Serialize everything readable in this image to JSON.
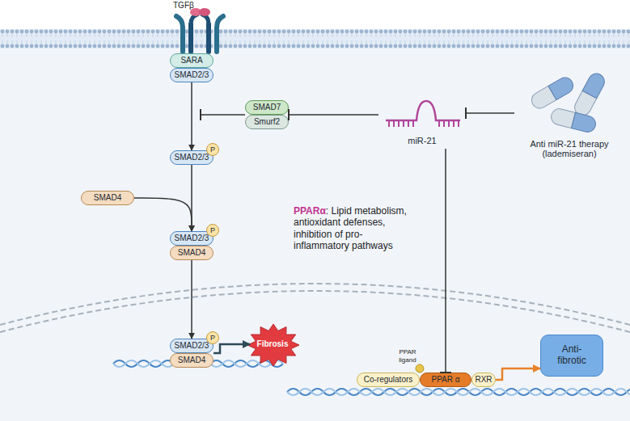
{
  "diagram": {
    "nodes": [
      {
        "text": [
          "SARA"
        ]
      },
      {
        "text": [
          "SMAD2/3"
        ]
      },
      {
        "text": [
          "SMAD7"
        ]
      },
      {
        "text": [
          "Smurf2"
        ]
      },
      {
        "text": [
          "miR-21"
        ]
      },
      {
        "text": [
          "Anti miR-21 therapy (lademiseran)"
        ]
      },
      {
        "text": [
          "SMAD2/3"
        ]
      },
      {
        "text": [
          "P"
        ],
        "in": 6
      },
      {
        "text": [
          "SMAD4"
        ]
      },
      {
        "text": [
          "SMAD2/3"
        ]
      },
      {
        "text": [
          "P"
        ],
        "in": 9
      },
      {
        "text": [
          "SMAD4"
        ]
      },
      {
        "text": [
          "Fibrosis"
        ]
      },
      {
        "text": [
          "SMAD2/3"
        ]
      },
      {
        "text": [
          "P"
        ],
        "in": 13
      },
      {
        "text": [
          "SMAD4"
        ]
      },
      {
        "text": [
          "Co-regulators"
        ]
      },
      {
        "text": [
          "PPAR α"
        ]
      },
      {
        "text": [
          "RXR"
        ]
      },
      {
        "text": [
          "Anti-fibrotic"
        ]
      }
    ],
    "edges": [
      {
        "from": 1,
        "to": 6,
        "arrow": "to"
      },
      {
        "from": 4,
        "to": 2,
        "arrow": "to"
      },
      {
        "from": 5,
        "to": 4,
        "arrow": "to"
      },
      {
        "from": 6,
        "to": 9,
        "arrow": "to"
      },
      {
        "from": 8,
        "to": 9,
        "arrow": "to"
      },
      {
        "from": 11,
        "to": 13,
        "arrow": "to"
      },
      {
        "from": 13,
        "to": 12,
        "arrow": "to"
      },
      {
        "from": 4,
        "to": 17,
        "arrow": "to"
      },
      {
        "from": 18,
        "to": 19,
        "arrow": "to"
      }
    ],
    "labels": [
      "TGFβ",
      "PPARα",
      ": Lipid metabolism, antioxidant defenses, inhibition of pro-inflammatory pathways",
      "PPAR ligand"
    ]
  }
}
